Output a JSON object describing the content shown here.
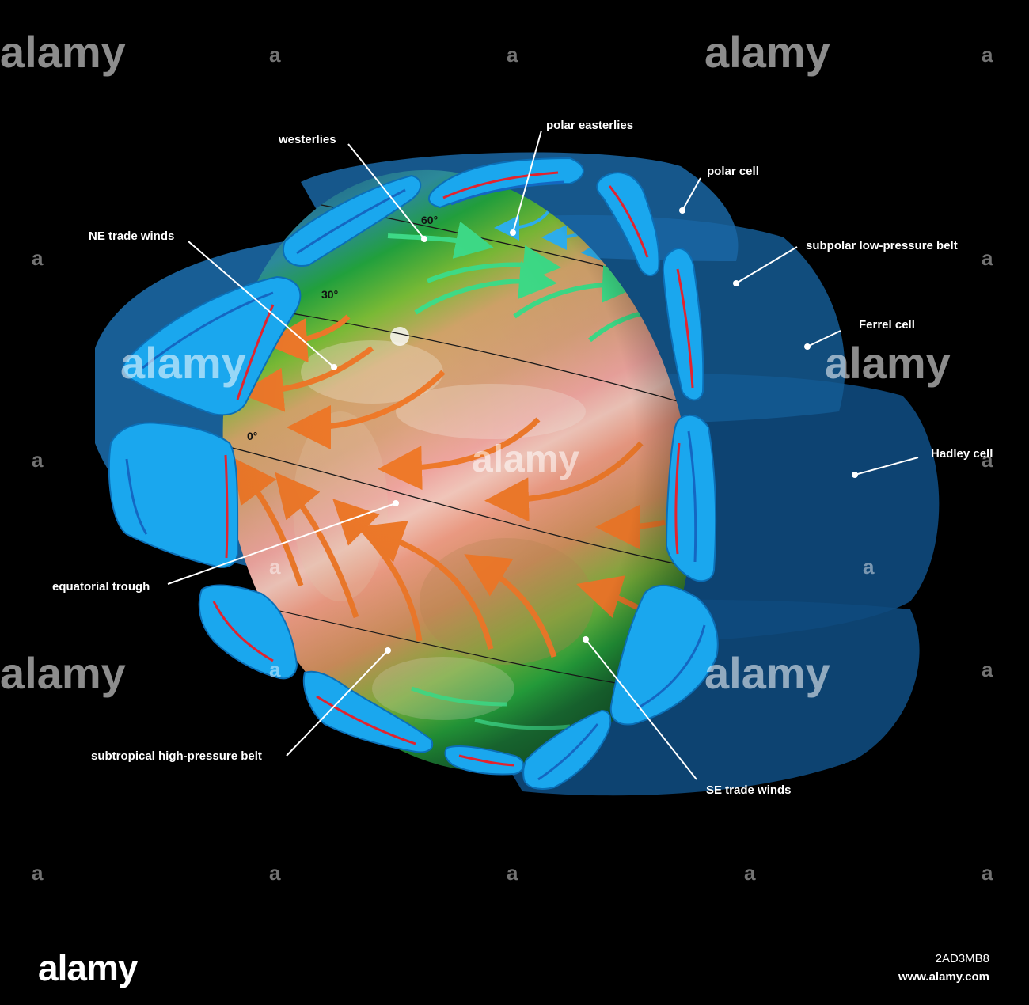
{
  "labels": {
    "westerlies": "westerlies",
    "polar_easterlies": "polar easterlies",
    "polar_cell": "polar cell",
    "ne_trade_winds": "NE trade winds",
    "subpolar_low": "subpolar low-pressure belt",
    "ferrel_cell": "Ferrel cell",
    "hadley_cell": "Hadley cell",
    "equatorial_trough": "equatorial trough",
    "subtropical_high": "subtropical high-pressure belt",
    "se_trade_winds": "SE trade winds"
  },
  "latitudes": {
    "lat60": "60°",
    "lat30": "30°",
    "lat0": "0°"
  },
  "watermark": {
    "text": "alamy",
    "image_id": "2AD3MB8",
    "site": "www.alamy.com"
  },
  "colors": {
    "background": "#000000",
    "cell_light": "#1aa7ee",
    "cell_dark": "#0e5d97",
    "shell": "#14558a",
    "flow_red": "#e2232e",
    "flow_blue": "#1467c2",
    "trade_wind_orange": "#f07a2a",
    "westerly_green": "#3fe08a"
  }
}
